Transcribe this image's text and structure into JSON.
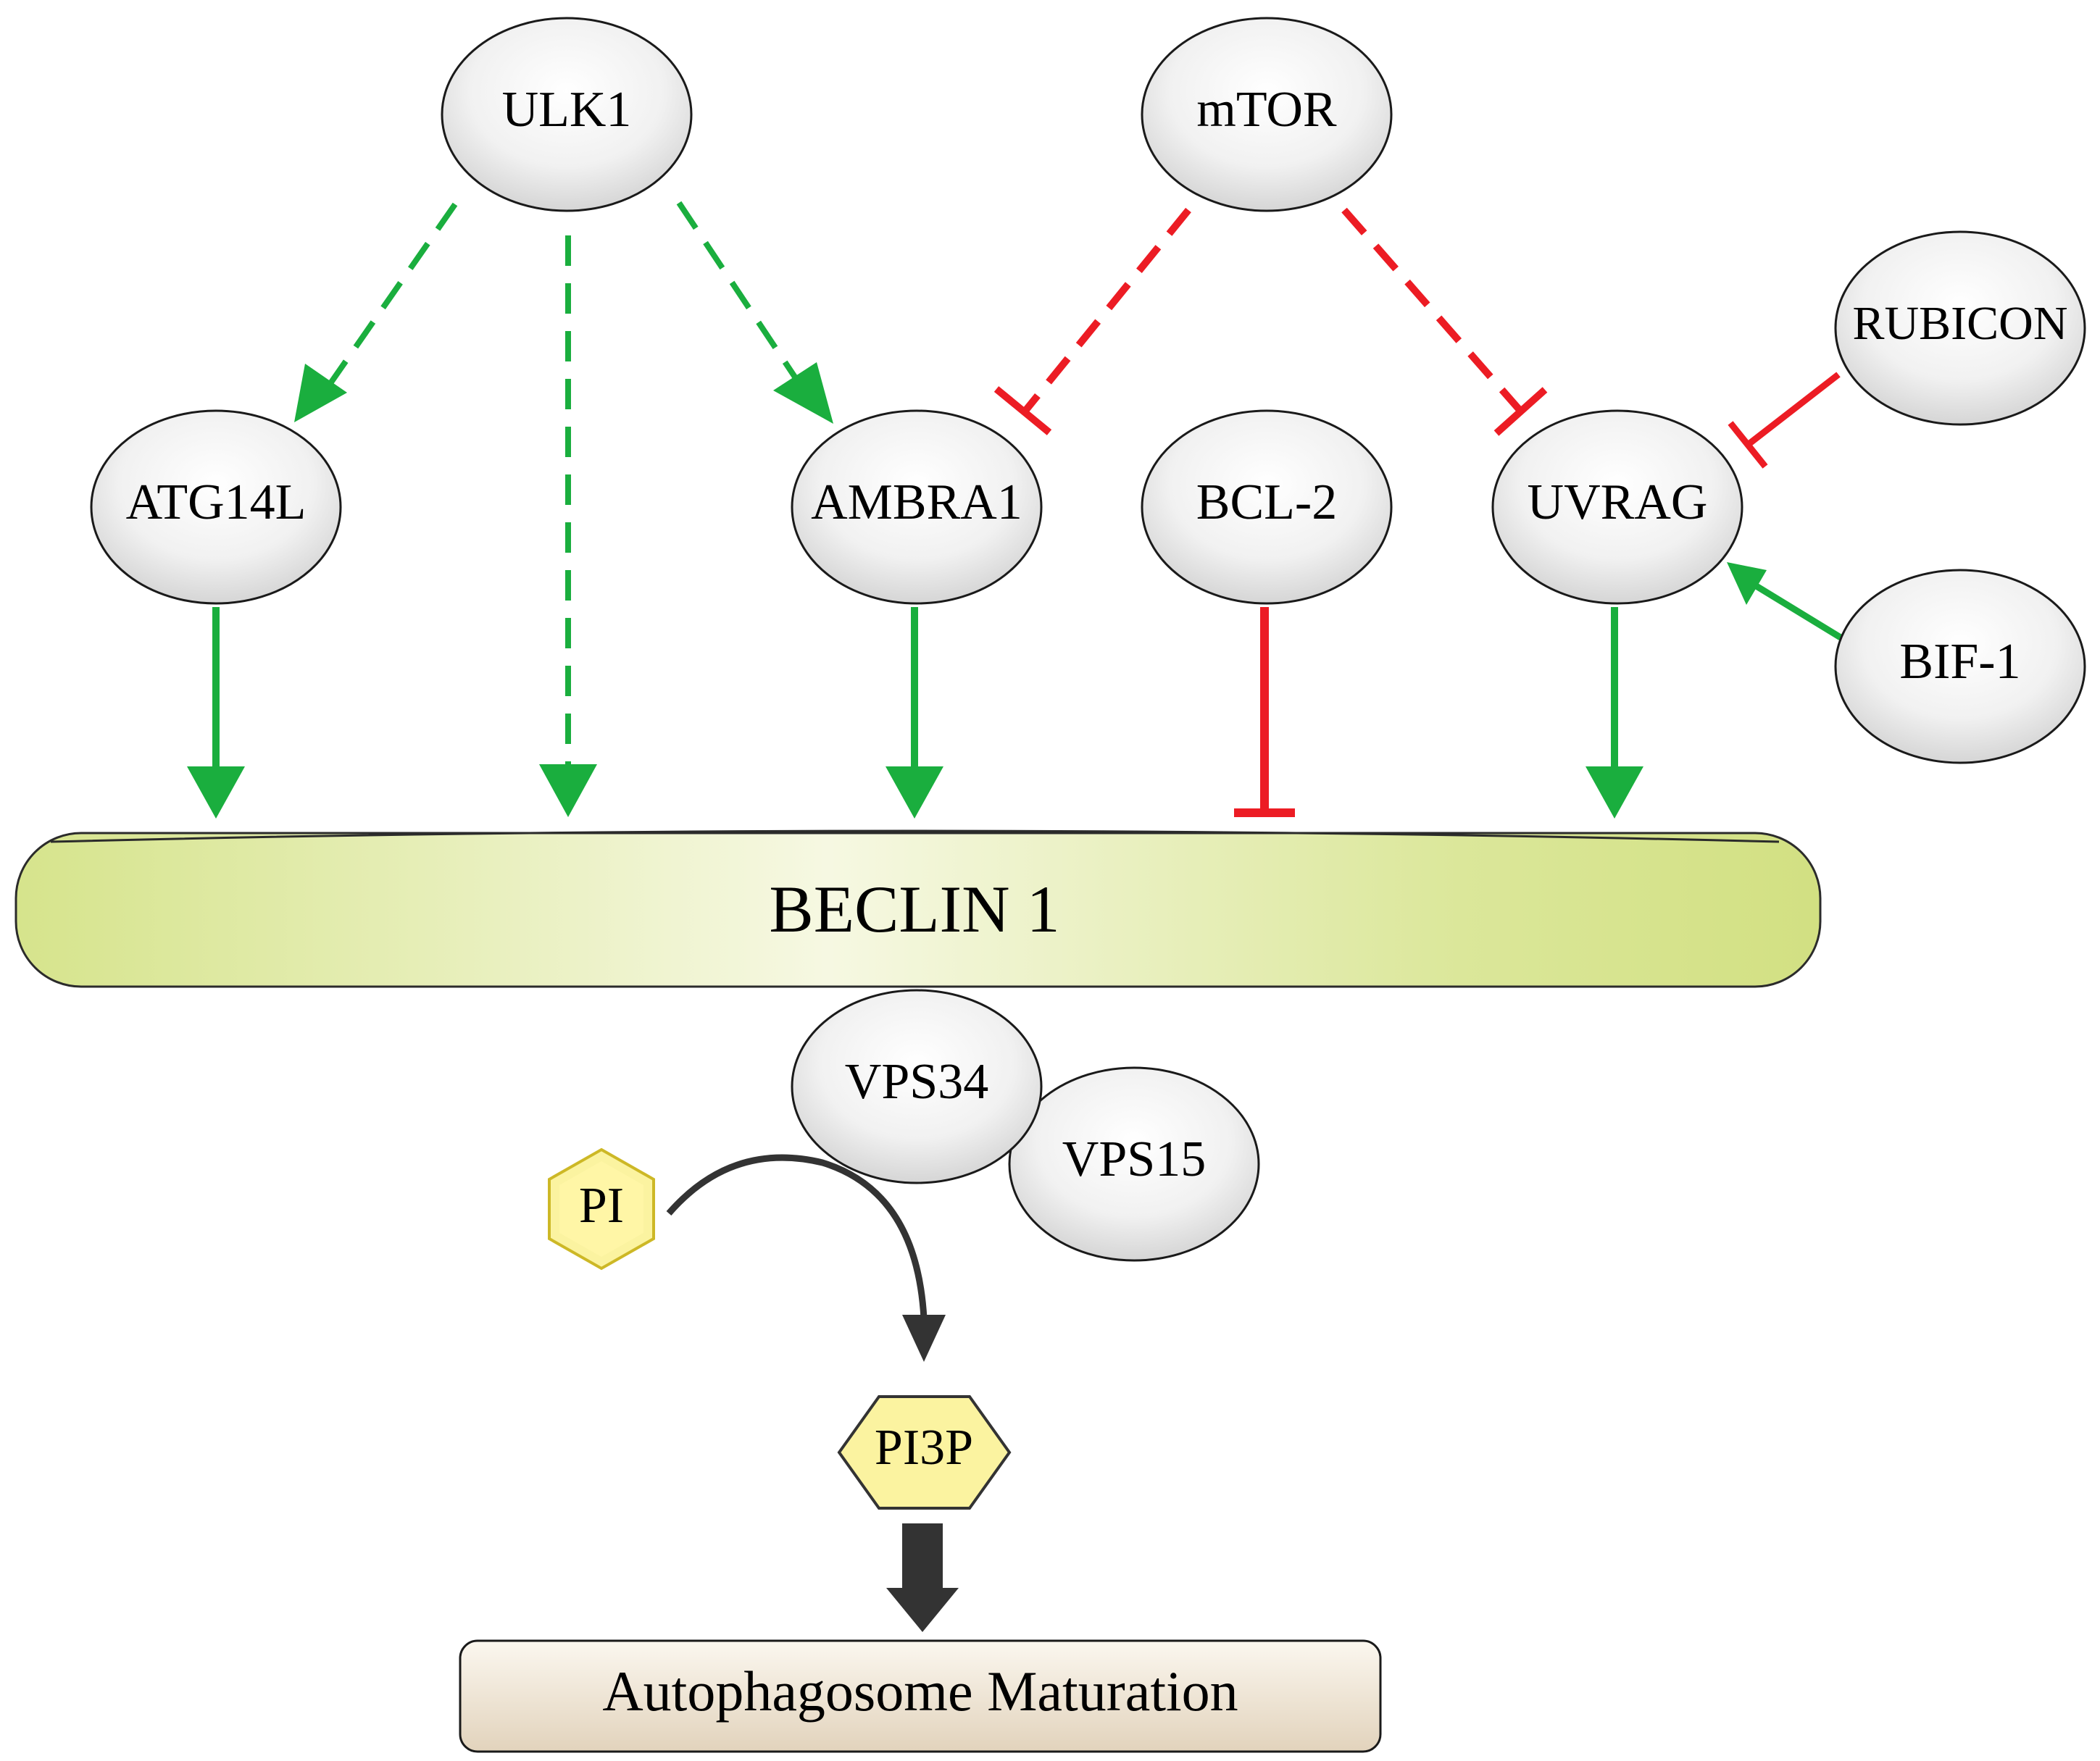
{
  "nodes": {
    "ulk1": "ULK1",
    "mtor": "mTOR",
    "rubicon": "RUBICON",
    "atg14l": "ATG14L",
    "ambra1": "AMBRA1",
    "bcl2": "BCL-2",
    "uvrag": "UVRAG",
    "bif1": "BIF-1",
    "vps34": "VPS34",
    "vps15": "VPS15",
    "pi": "PI",
    "pi3p": "PI3P"
  },
  "beclin": "BECLIN 1",
  "outcome": "Autophagosome Maturation",
  "colors": {
    "activation": "#1aae3e",
    "inhibition": "#ec1c24",
    "flow": "#333333",
    "beclin_fill": "#dce89a",
    "hexagon_fill": "#fbf3a0"
  }
}
